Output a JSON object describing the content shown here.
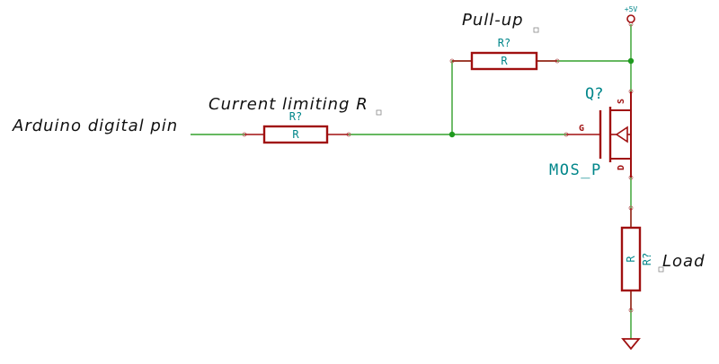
{
  "annotations": {
    "input_label": "Arduino digital pin",
    "current_limit_label": "Current limiting R",
    "pullup_label": "Pull-up",
    "load_label": "Load"
  },
  "components": {
    "r_current": {
      "ref": "R?",
      "value": "R"
    },
    "r_pullup": {
      "ref": "R?",
      "value": "R"
    },
    "r_load": {
      "ref": "R?",
      "value": "R"
    },
    "mosfet": {
      "ref": "Q?",
      "value": "MOS_P",
      "pin_gate": "G",
      "pin_source": "S",
      "pin_drain": "D"
    },
    "power": {
      "label": "+5V"
    }
  },
  "colors": {
    "wire": "#33a02c",
    "component": "#a01010",
    "reference": "#00868a",
    "junction": "#1f9a1f"
  }
}
